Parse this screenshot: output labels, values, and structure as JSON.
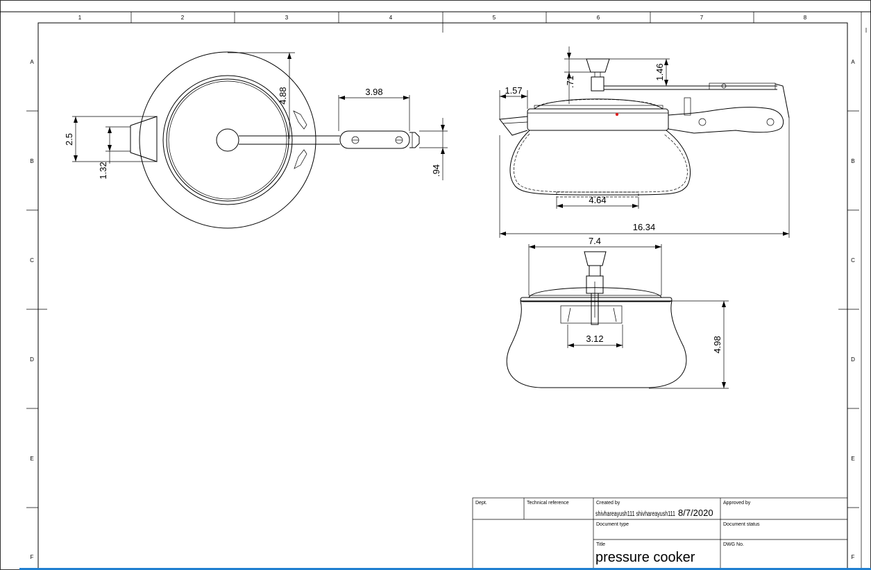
{
  "sheet": {
    "column_labels": [
      "1",
      "2",
      "3",
      "4",
      "5",
      "6",
      "7",
      "8"
    ],
    "row_labels": [
      "A",
      "B",
      "C",
      "D",
      "E",
      "F"
    ]
  },
  "dimensions": {
    "top_view": {
      "outer_diameter": "4.88",
      "handle_length": "3.98",
      "spout_height": "2.5",
      "spout_inner": "1.32",
      "handle_thickness": ".94"
    },
    "side_view": {
      "lid_offset": "1.57",
      "lid_rise": ".71",
      "weight_height": "1.46",
      "base_width": "4.64",
      "overall_length": "16.34"
    },
    "front_view": {
      "lid_width": "7.4",
      "bracket_width": "3.12",
      "body_height": "4.98"
    }
  },
  "title_block": {
    "dept_label": "Dept.",
    "tech_ref_label": "Technical reference",
    "created_by_label": "Created by",
    "created_by_value": "shivhareayush111 shivhareayush111",
    "created_date": "8/7/2020",
    "approved_by_label": "Approved by",
    "document_type_label": "Document type",
    "document_status_label": "Document status",
    "title_label": "Title",
    "title_value": "pressure cooker",
    "dwg_no_label": "DWG No."
  },
  "colors": {
    "line": "#000000",
    "accent_dot": "#e02020",
    "status_bar": "#1f7fd0"
  }
}
